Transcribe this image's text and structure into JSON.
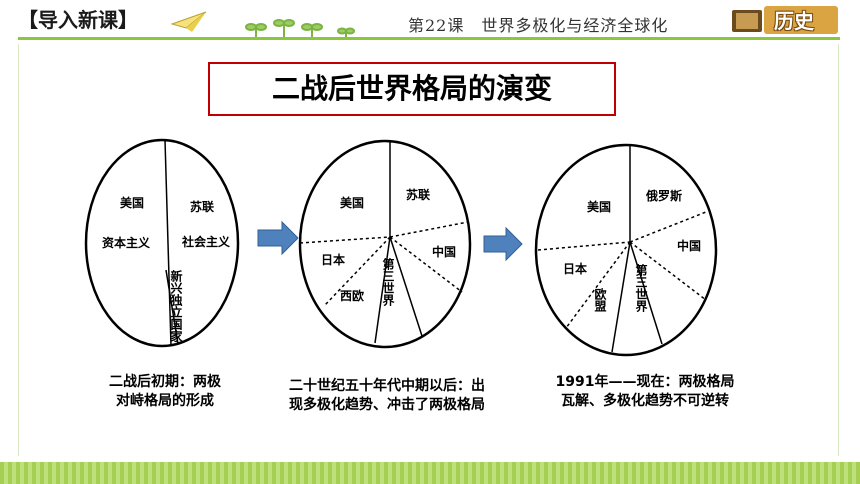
{
  "header": {
    "tag": "【导入新课】",
    "lesson": "第22课　世界多极化与经济全球化",
    "brand": "历史"
  },
  "title": "二战后世界格局的演变",
  "diagrams": [
    {
      "labels": {
        "usa": "美国",
        "capitalism": "资本主义",
        "ussr": "苏联",
        "socialism": "社会主义",
        "new_nations": "新兴独立国家"
      },
      "caption_line1": "二战后初期：两极",
      "caption_line2": "对峙格局的形成"
    },
    {
      "labels": {
        "usa": "美国",
        "ussr": "苏联",
        "china": "中国",
        "japan": "日本",
        "western_europe": "西欧",
        "third_world": "第三世界"
      },
      "caption_line1": "二十世纪五十年代中期以后：出",
      "caption_line2": "现多极化趋势、冲击了两极格局"
    },
    {
      "labels": {
        "usa": "美国",
        "russia": "俄罗斯",
        "china": "中国",
        "japan": "日本",
        "eu": "欧盟",
        "third_world": "第三世界"
      },
      "caption_line1": "1991年——现在：两极格局",
      "caption_line2": "瓦解、多极化趋势不可逆转"
    }
  ],
  "colors": {
    "accent_green": "#8cc63f",
    "title_border": "#c00000",
    "arrow_blue": "#4f81bd"
  }
}
